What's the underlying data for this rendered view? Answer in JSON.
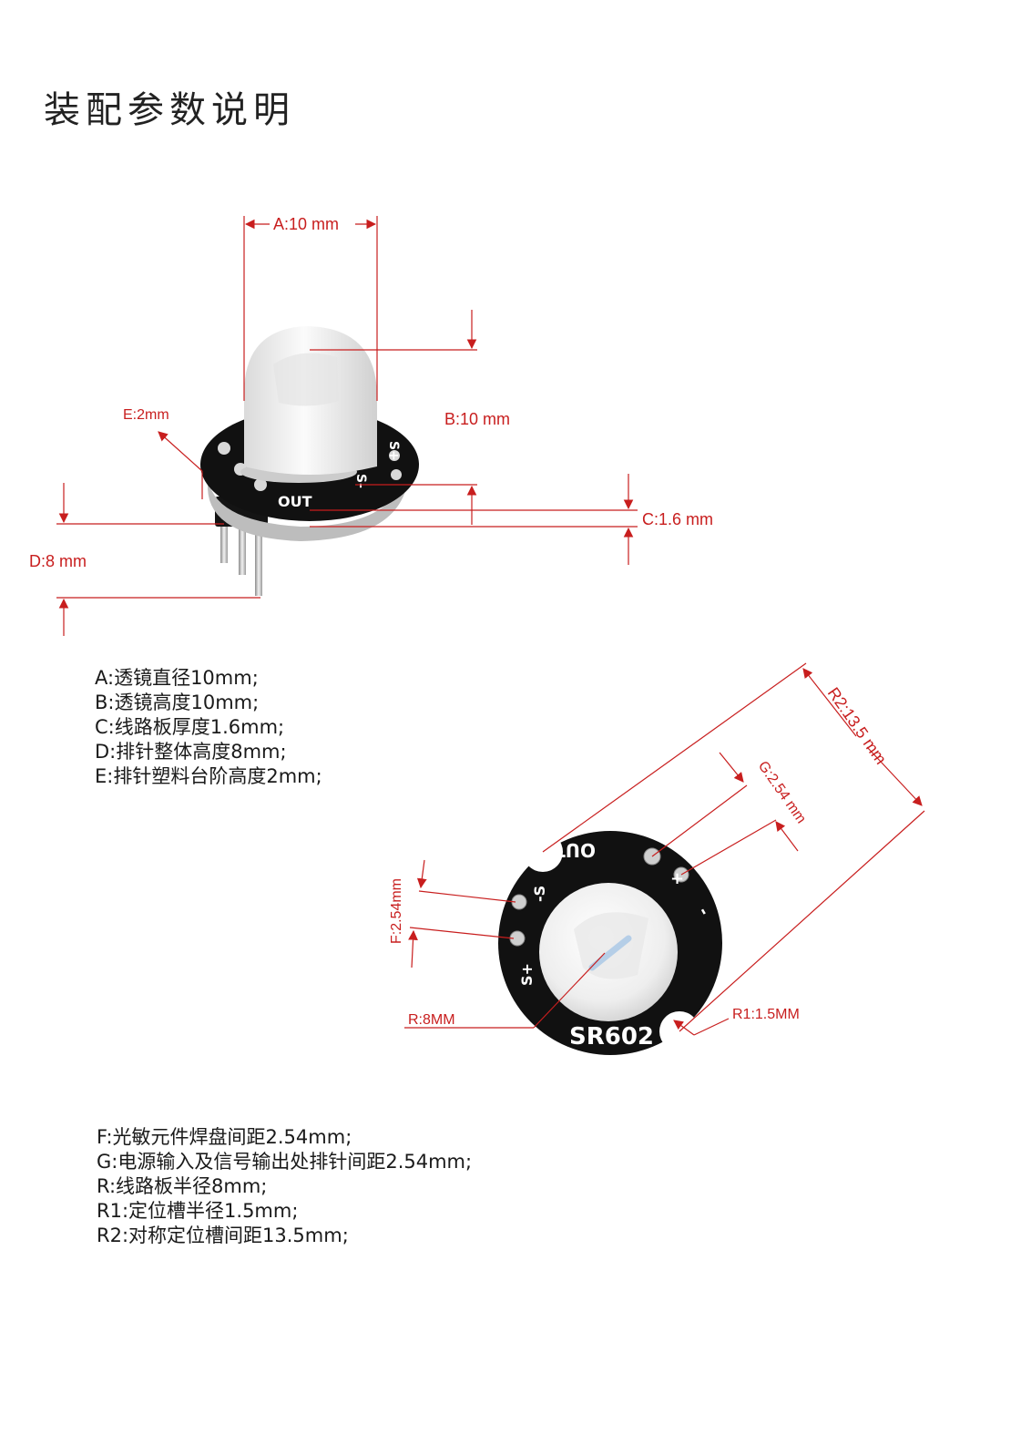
{
  "title": "装配参数说明",
  "colors": {
    "dimension": "#c81e1e",
    "pcb": "#111111",
    "lens": "#f1f1f1",
    "text": "#1a1a1a"
  },
  "side_view": {
    "dimensions": {
      "A": "A:10 mm",
      "B": "B:10 mm",
      "C": "C:1.6 mm",
      "D": "D:8 mm",
      "E": "E:2mm"
    },
    "silkscreen": {
      "out": "OUT",
      "s_plus": "S+",
      "s_minus": "S-"
    }
  },
  "top_view": {
    "dimensions": {
      "F": "F:2.54mm",
      "G": "G:2.54 mm",
      "R": "R:8MM",
      "R1": "R1:1.5MM",
      "R2": "R2:13.5 mm"
    },
    "silkscreen": {
      "out": "OUT",
      "model": "SR602",
      "s_plus": "S+",
      "s_minus": "-S",
      "plus": "+",
      "minus": "-"
    }
  },
  "specs_top": [
    "A:透镜直径10mm;",
    "B:透镜高度10mm;",
    "C:线路板厚度1.6mm;",
    "D:排针整体高度8mm;",
    "E:排针塑料台阶高度2mm;"
  ],
  "specs_bottom": [
    "F:光敏元件焊盘间距2.54mm;",
    "G:电源输入及信号输出处排针间距2.54mm;",
    "R:线路板半径8mm;",
    "R1:定位槽半径1.5mm;",
    "R2:对称定位槽间距13.5mm;"
  ]
}
